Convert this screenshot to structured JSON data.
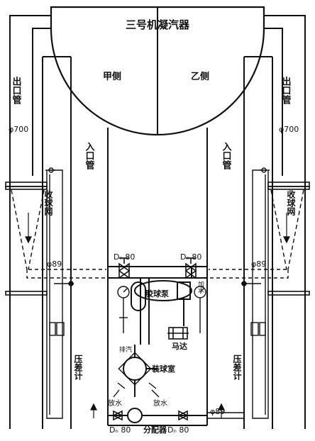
{
  "condenser": {
    "title": "三号机凝汽器",
    "side_a": "甲侧",
    "side_b": "乙侧"
  },
  "labels": {
    "outlet_pipe": "出口管",
    "outlet_diameter": "φ700",
    "inlet_pipe": "入口管",
    "ball_collector": "收球网",
    "small_pipe": "φ89",
    "valve_dn80": "Dₙ 80",
    "pressure_gauge": "压差计",
    "ball_pump": "胶球泵",
    "motor": "马达",
    "ball_chamber": "装球室",
    "distributor": "分配器",
    "drain": "放水",
    "exhaust": "排汽",
    "water_inlet": "加水"
  },
  "colors": {
    "line": "#111111",
    "paper": "#ffffff"
  }
}
